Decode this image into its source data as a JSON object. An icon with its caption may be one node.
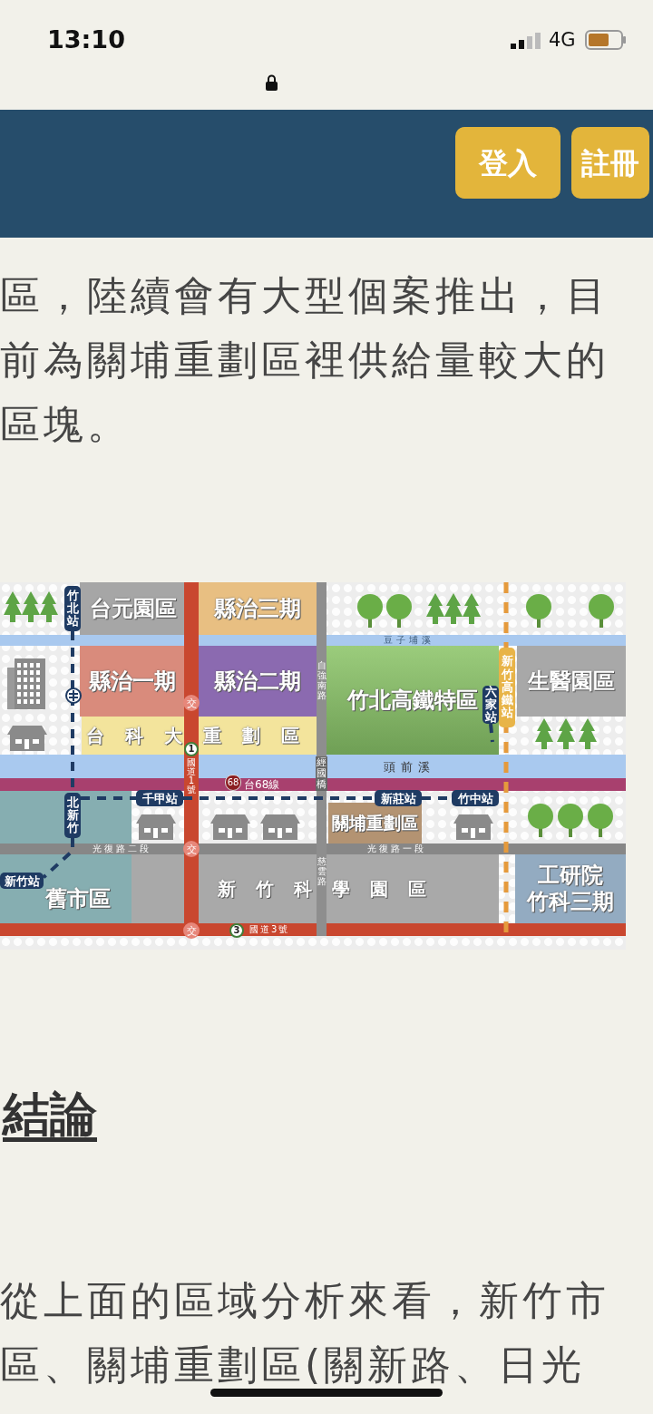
{
  "diagram": {
    "nodes": [
      {
        "text": [
          "台元園區"
        ]
      },
      {
        "text": [
          "縣治三期"
        ]
      },
      {
        "text": [
          "縣治一期"
        ]
      },
      {
        "text": [
          "縣治二期"
        ]
      },
      {
        "text": [
          "竹北高鐵特區"
        ]
      },
      {
        "text": [
          "生醫園區"
        ]
      },
      {
        "text": [
          "台科大重劃區"
        ]
      },
      {
        "text": [
          "關埔重劃區"
        ]
      },
      {
        "text": [
          "舊市區"
        ]
      },
      {
        "text": [
          "新竹科學園區"
        ]
      },
      {
        "text": [
          "工研院",
          "竹科三期"
        ]
      },
      {
        "text": [
          "竹北站"
        ]
      },
      {
        "text": [
          "北新竹"
        ],
        "in": 8
      },
      {
        "text": [
          "新竹站"
        ],
        "in": 8
      },
      {
        "text": [
          "千甲站"
        ]
      },
      {
        "text": [
          "新莊站"
        ]
      },
      {
        "text": [
          "竹中站"
        ]
      },
      {
        "text": [
          "六家站"
        ],
        "in": 4
      },
      {
        "text": [
          "新竹高鐵站"
        ]
      }
    ],
    "edges": [
      {
        "from": 11,
        "to": 12,
        "arrow": "none",
        "style": "dashed"
      },
      {
        "from": 12,
        "to": 13,
        "arrow": "none",
        "style": "dashed"
      },
      {
        "from": 12,
        "to": 14,
        "arrow": "none",
        "style": "dashed"
      },
      {
        "from": 14,
        "to": 15,
        "arrow": "none",
        "style": "dashed"
      },
      {
        "from": 15,
        "to": 16,
        "arrow": "none",
        "style": "dashed"
      },
      {
        "from": 17,
        "to": null,
        "arrow": "none",
        "style": "dashed"
      }
    ],
    "labels": [
      "13:10",
      "4G",
      "登入",
      "註冊",
      "區，陸續會有大型個案推出，目前為關埔重劃區裡供給量較大的區塊。",
      "豆子埔溪",
      "自強南路",
      "交",
      "1",
      "國道1號",
      "經國橋",
      "頭前溪",
      "68",
      "台68線",
      "光復路二段",
      "交",
      "光復路一段",
      "慈雲路",
      "交",
      "3",
      "國道3號",
      "結論",
      "從上面的區域分析來看，新竹市區、關埔重劃區(關新路、日光"
    ]
  }
}
